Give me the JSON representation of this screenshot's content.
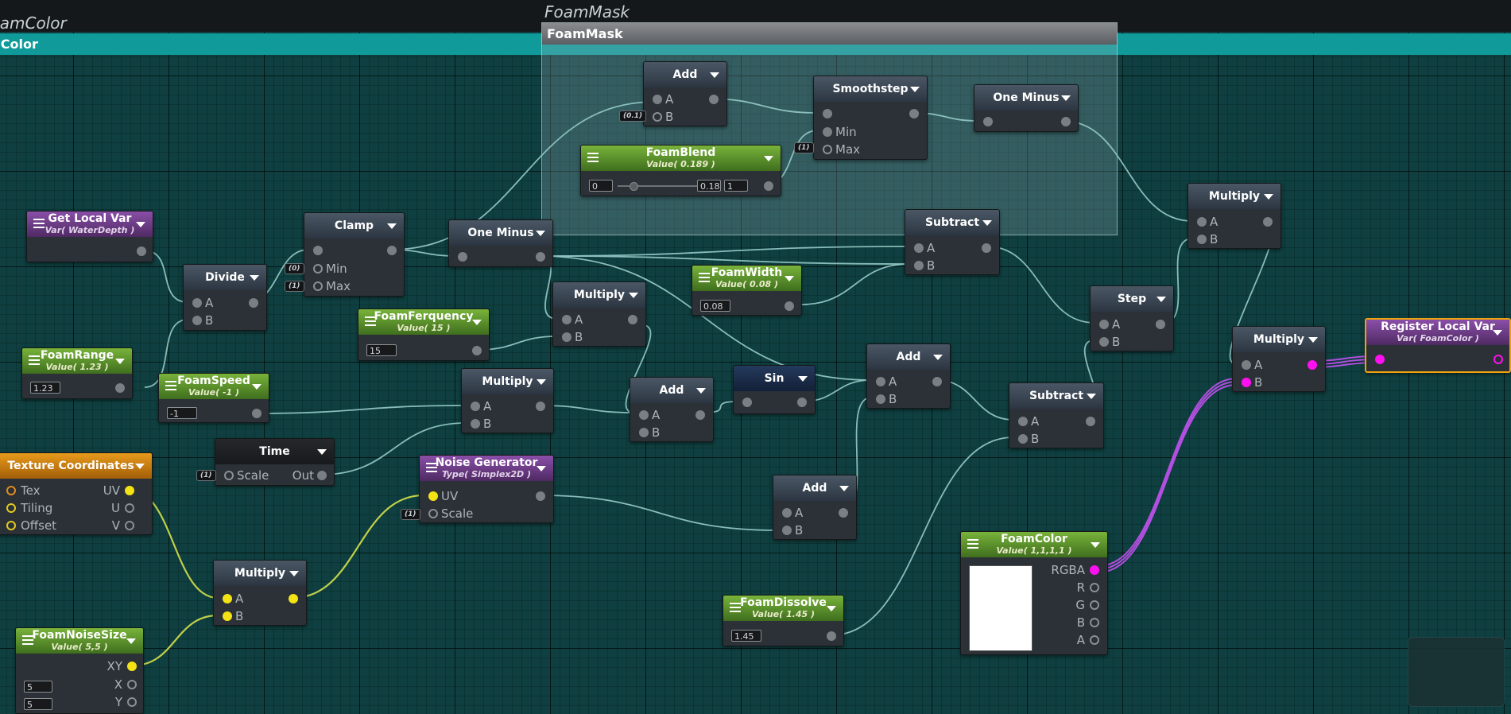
{
  "canvas": {
    "background": "#0f3f40"
  },
  "group_foamcolor": {
    "title": "FoamColor",
    "bar_label": "FoamColor",
    "bar_color": "#109a9a"
  },
  "group_foammask": {
    "title": "FoamMask",
    "bar_label": "FoamMask"
  },
  "wire_colors": {
    "float": "#8fc4c2",
    "vector2": "#c9d84a",
    "color": "#b24fe0"
  },
  "nodes": {
    "get_local_var": {
      "title": "Get Local Var",
      "subtitle": "Var( WaterDepth )"
    },
    "divide": {
      "title": "Divide",
      "ports": {
        "a": "A",
        "b": "B"
      }
    },
    "clamp": {
      "title": "Clamp",
      "ports": {
        "min": "Min",
        "max": "Max"
      },
      "pill_min": "(0)",
      "pill_max": "(1)"
    },
    "one_minus_1": {
      "title": "One Minus"
    },
    "foam_range": {
      "title": "FoamRange",
      "subtitle": "Value( 1.23 )",
      "value": "1.23"
    },
    "foam_speed": {
      "title": "FoamSpeed",
      "subtitle": "Value( -1 )",
      "value": "-1"
    },
    "foam_frequency": {
      "title": "FoamFerquency",
      "subtitle": "Value( 15 )",
      "value": "15"
    },
    "multiply_1": {
      "title": "Multiply",
      "ports": {
        "a": "A",
        "b": "B"
      }
    },
    "multiply_2": {
      "title": "Multiply",
      "ports": {
        "a": "A",
        "b": "B"
      }
    },
    "foam_width": {
      "title": "FoamWidth",
      "subtitle": "Value( 0.08 )",
      "value": "0.08"
    },
    "add_1": {
      "title": "Add",
      "ports": {
        "a": "A",
        "b": "B"
      }
    },
    "sin": {
      "title": "Sin"
    },
    "add_2": {
      "title": "Add",
      "ports": {
        "a": "A",
        "b": "B"
      }
    },
    "subtract_1": {
      "title": "Subtract",
      "ports": {
        "a": "A",
        "b": "B"
      }
    },
    "add_mask": {
      "title": "Add",
      "ports": {
        "a": "A",
        "b": "B"
      },
      "pill_b": "(0.1)"
    },
    "foam_blend": {
      "title": "FoamBlend",
      "subtitle": "Value( 0.189 )",
      "min_value": "0",
      "value": "0.189",
      "max_value": "1"
    },
    "smoothstep": {
      "title": "Smoothstep",
      "ports": {
        "min": "Min",
        "max": "Max"
      },
      "pill_max": "(1)"
    },
    "one_minus_2": {
      "title": "One Minus"
    },
    "subtract_2": {
      "title": "Subtract",
      "ports": {
        "a": "A",
        "b": "B"
      }
    },
    "multiply_3": {
      "title": "Multiply",
      "ports": {
        "a": "A",
        "b": "B"
      }
    },
    "step": {
      "title": "Step",
      "ports": {
        "a": "A",
        "b": "B"
      }
    },
    "multiply_4": {
      "title": "Multiply",
      "ports": {
        "a": "A",
        "b": "B"
      }
    },
    "register_local_var": {
      "title": "Register Local Var",
      "subtitle": "Var( FoamColor )"
    },
    "texture_coords": {
      "title": "Texture Coordinates",
      "ports": {
        "tex": "Tex",
        "tiling": "Tiling",
        "offset": "Offset",
        "uv": "UV",
        "u": "U",
        "v": "V"
      }
    },
    "time": {
      "title": "Time",
      "ports": {
        "scale": "Scale",
        "out": "Out"
      },
      "pill_scale": "(1)"
    },
    "noise": {
      "title": "Noise Generator",
      "subtitle": "Type( Simplex2D )",
      "ports": {
        "uv": "UV",
        "scale": "Scale"
      },
      "pill_scale": "(1)"
    },
    "add_3": {
      "title": "Add",
      "ports": {
        "a": "A",
        "b": "B"
      }
    },
    "multiply_5": {
      "title": "Multiply",
      "ports": {
        "a": "A",
        "b": "B"
      }
    },
    "foam_noise_size": {
      "title": "FoamNoiseSize",
      "subtitle": "Value( 5,5 )",
      "ports": {
        "xy": "XY",
        "x": "X",
        "y": "Y"
      },
      "x_value": "5",
      "y_value": "5"
    },
    "foam_dissolve": {
      "title": "FoamDissolve",
      "subtitle": "Value( 1.45 )",
      "value": "1.45"
    },
    "foam_color": {
      "title": "FoamColor",
      "subtitle": "Value( 1,1,1,1 )",
      "ports": {
        "rgba": "RGBA",
        "r": "R",
        "g": "G",
        "b": "B",
        "a": "A"
      },
      "swatch_color": "#ffffff"
    }
  }
}
